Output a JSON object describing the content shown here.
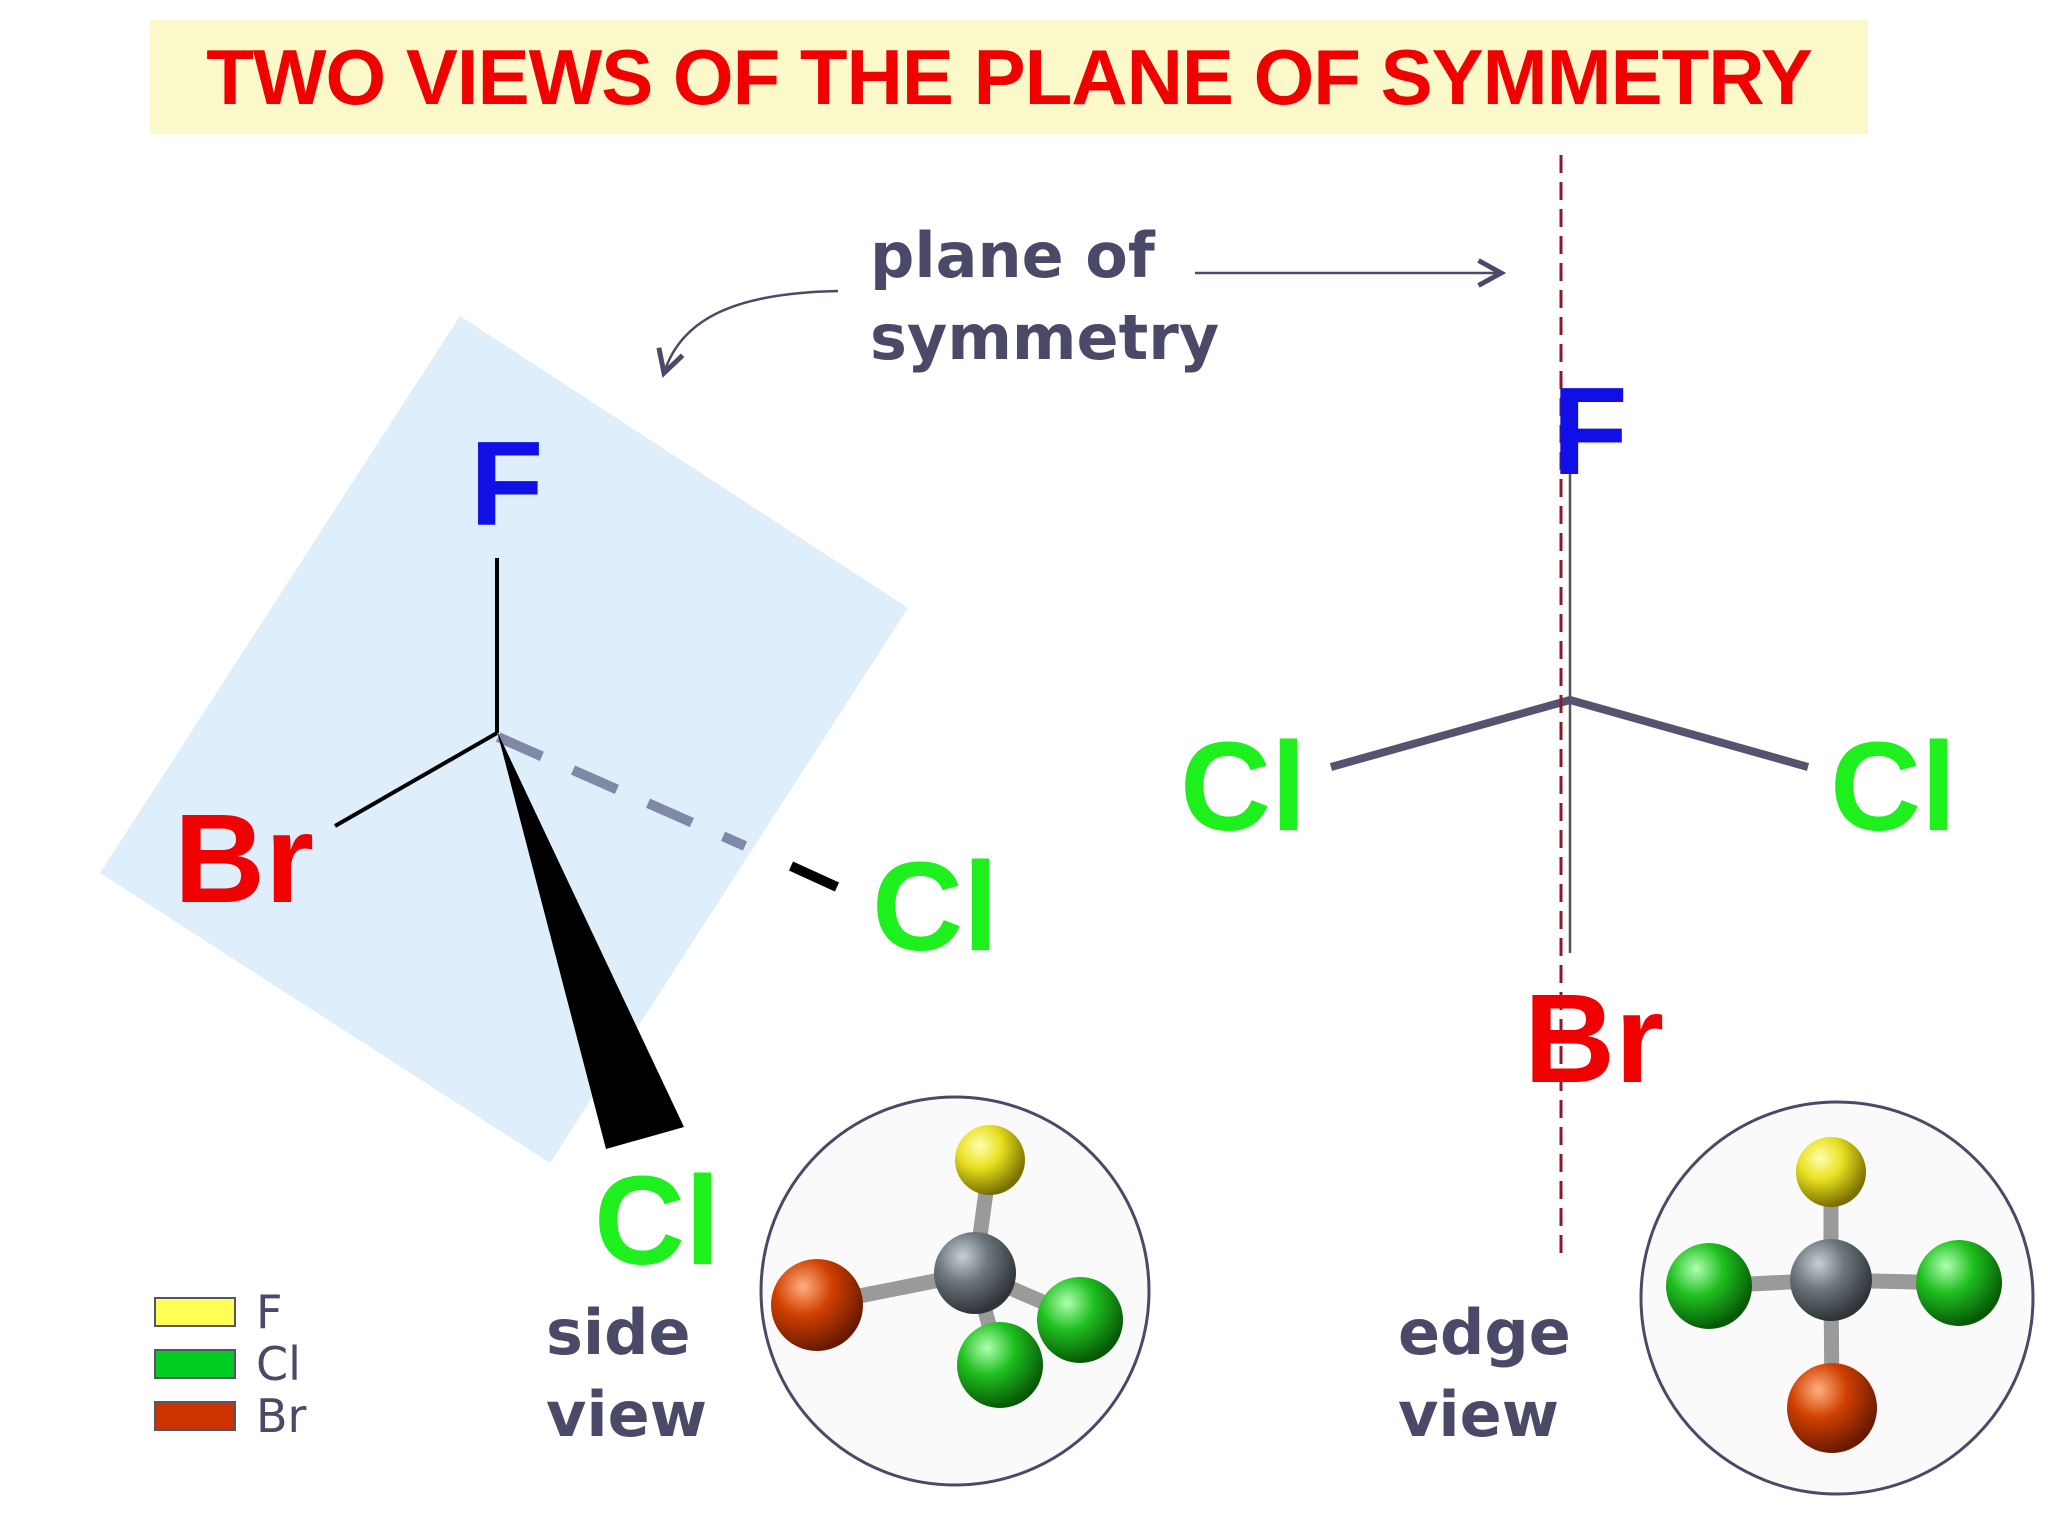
{
  "title": "TWO VIEWS OF THE PLANE OF SYMMETRY",
  "annotation": {
    "line1": "plane of",
    "line2": "symmetry"
  },
  "side_view": {
    "caption_line1": "side",
    "caption_line2": "view",
    "atoms": {
      "top": "F",
      "left": "Br",
      "back": "Cl",
      "front": "Cl"
    }
  },
  "edge_view": {
    "caption_line1": "edge",
    "caption_line2": "view",
    "atoms": {
      "top": "F",
      "left": "Cl",
      "right": "Cl",
      "bottom": "Br"
    }
  },
  "legend": [
    {
      "label": "F",
      "color": "#ffff55"
    },
    {
      "label": "Cl",
      "color": "#00cc22"
    },
    {
      "label": "Br",
      "color": "#cc3300"
    }
  ],
  "colors": {
    "title": "#f00000",
    "title_background": "#fbf8c9",
    "fluorine_text": "#1010e6",
    "chlorine_text": "#1ef01e",
    "bromine_text": "#f00000",
    "plane": "#dcedfa",
    "bond_edge_view": "#545470",
    "symmetry_line": "#8b1a2a"
  }
}
